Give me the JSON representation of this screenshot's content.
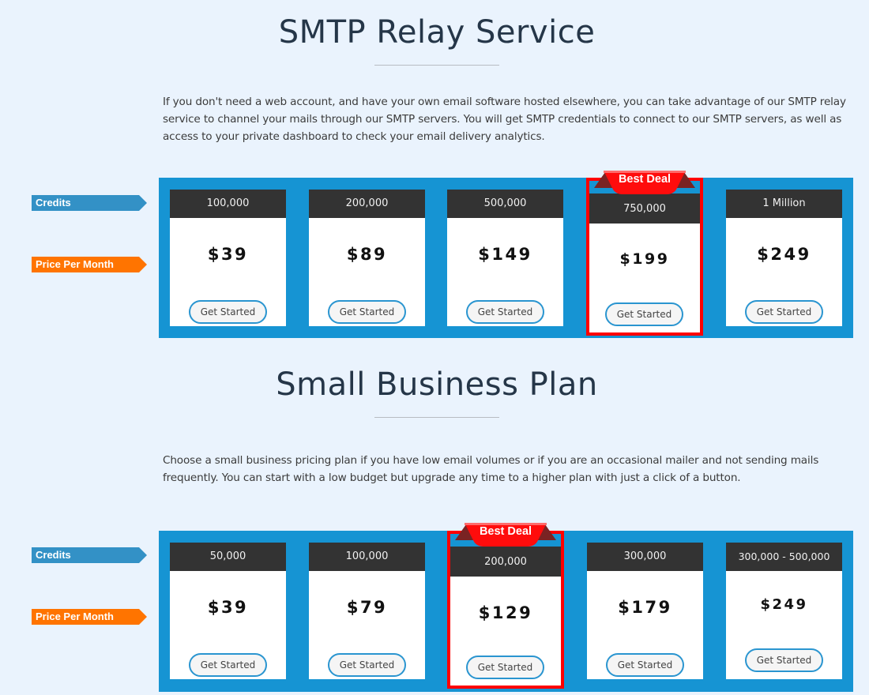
{
  "labels": {
    "credits": "Credits",
    "price_per_month": "Price Per Month",
    "best_deal": "Best Deal",
    "get_started": "Get Started"
  },
  "colors": {
    "background": "#eaf3fd",
    "plans_container": "#1694d3",
    "card_header": "#333333",
    "credits_tag": "#3391c6",
    "price_tag": "#ff7400",
    "best_deal_border": "#ff0000",
    "button_border": "#2a95d0",
    "title": "#253648"
  },
  "smtp": {
    "title": "SMTP Relay Service",
    "description": "If you don't need a web account, and have your own email software hosted elsewhere, you can take advantage of our SMTP relay service to channel your mails through our SMTP servers. You will get SMTP credentials to connect to our SMTP servers, as well as access to your private dashboard to check your email delivery analytics.",
    "plans": [
      {
        "credits": "100,000",
        "price": "$39",
        "button": "Get Started",
        "best_deal": false
      },
      {
        "credits": "200,000",
        "price": "$89",
        "button": "Get Started",
        "best_deal": false
      },
      {
        "credits": "500,000",
        "price": "$149",
        "button": "Get Started",
        "best_deal": false
      },
      {
        "credits": "750,000",
        "price": "$199",
        "button": "Get Started",
        "best_deal": true
      },
      {
        "credits": "1 Million",
        "price": "$249",
        "button": "Get Started",
        "best_deal": false
      }
    ]
  },
  "small_business": {
    "title": "Small Business Plan",
    "description": "Choose a small business pricing plan if you have low email volumes or if you are an occasional mailer and not sending mails frequently. You can start with a low budget but upgrade any time to a higher plan with just a click of a button.",
    "plans": [
      {
        "credits": "50,000",
        "price": "$39",
        "button": "Get Started",
        "best_deal": false
      },
      {
        "credits": "100,000",
        "price": "$79",
        "button": "Get Started",
        "best_deal": false
      },
      {
        "credits": "200,000",
        "price": "$129",
        "button": "Get Started",
        "best_deal": true
      },
      {
        "credits": "300,000",
        "price": "$179",
        "button": "Get Started",
        "best_deal": false
      },
      {
        "credits": "300,000 - 500,000",
        "price": "$249",
        "button": "Get Started",
        "best_deal": false
      }
    ]
  }
}
